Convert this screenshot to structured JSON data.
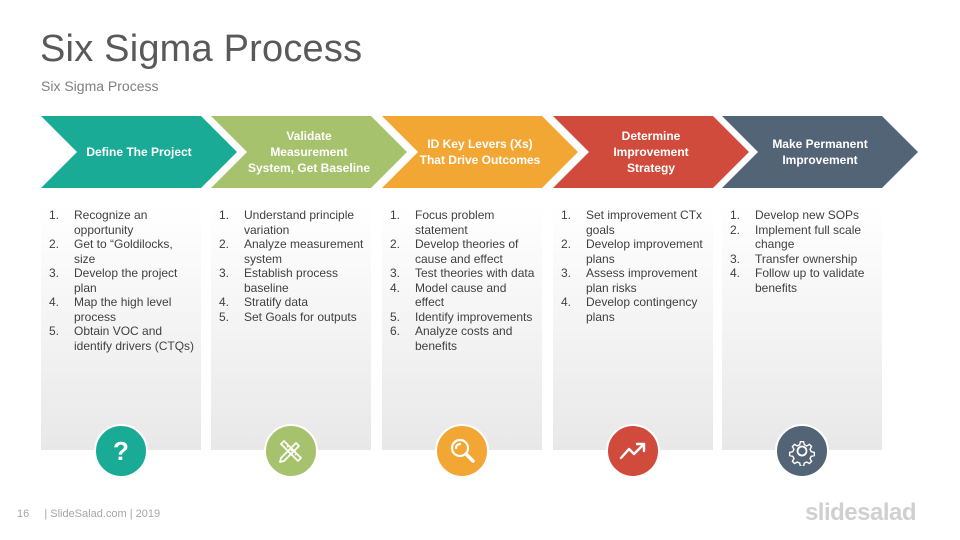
{
  "title": "Six Sigma Process",
  "subtitle": "Six Sigma Process",
  "steps": [
    {
      "label": "Define The Project",
      "color": "#1aab96",
      "icon": "question-icon",
      "items": [
        {
          "n": "1.",
          "t": "Recognize an opportunity"
        },
        {
          "n": "2.",
          "t": "Get to “Goldilocks, size"
        },
        {
          "n": "3.",
          "t": "Develop the project plan"
        },
        {
          "n": "4.",
          "t": "Map the high level process"
        },
        {
          "n": "5.",
          "t": "Obtain VOC and identify drivers (CTQs)"
        }
      ]
    },
    {
      "label": "Validate Measurement System, Get Baseline",
      "color": "#a7c26d",
      "icon": "pencil-ruler-icon",
      "items": [
        {
          "n": "1.",
          "t": "Understand principle variation"
        },
        {
          "n": "2.",
          "t": "Analyze measurement system"
        },
        {
          "n": "3.",
          "t": "Establish process baseline"
        },
        {
          "n": "4.",
          "t": "Stratify data"
        },
        {
          "n": "5.",
          "t": "Set Goals for outputs"
        }
      ]
    },
    {
      "label": "ID Key Levers (Xs) That Drive Outcomes",
      "color": "#f2a735",
      "icon": "magnifier-icon",
      "items": [
        {
          "n": "1.",
          "t": "Focus problem statement"
        },
        {
          "n": "2.",
          "t": "Develop theories of cause and effect"
        },
        {
          "n": "3.",
          "t": "Test theories with data"
        },
        {
          "n": "4.",
          "t": "Model cause and effect"
        },
        {
          "n": "5.",
          "t": "Identify improvements"
        },
        {
          "n": "6.",
          "t": "Analyze costs and benefits"
        }
      ]
    },
    {
      "label": "Determine Improvement Strategy",
      "color": "#d04b3c",
      "icon": "trend-up-icon",
      "items": [
        {
          "n": "1.",
          "t": "Set improvement CTx goals"
        },
        {
          "n": "2.",
          "t": "Develop improvement plans"
        },
        {
          "n": "3.",
          "t": "Assess improvement plan risks"
        },
        {
          "n": "4.",
          "t": "Develop contingency plans"
        }
      ]
    },
    {
      "label": "Make Permanent Improvement",
      "color": "#546477",
      "icon": "gear-icon",
      "items": [
        {
          "n": "1.",
          "t": "Develop new SOPs"
        },
        {
          "n": "2.",
          "t": "Implement full scale change"
        },
        {
          "n": "3.",
          "t": "Transfer ownership"
        },
        {
          "n": "4.",
          "t": "Follow up to validate benefits"
        }
      ]
    }
  ],
  "footer": {
    "page_number": "16",
    "text": "| SlideSalad.com | 2019"
  },
  "brand": "slidesalad"
}
